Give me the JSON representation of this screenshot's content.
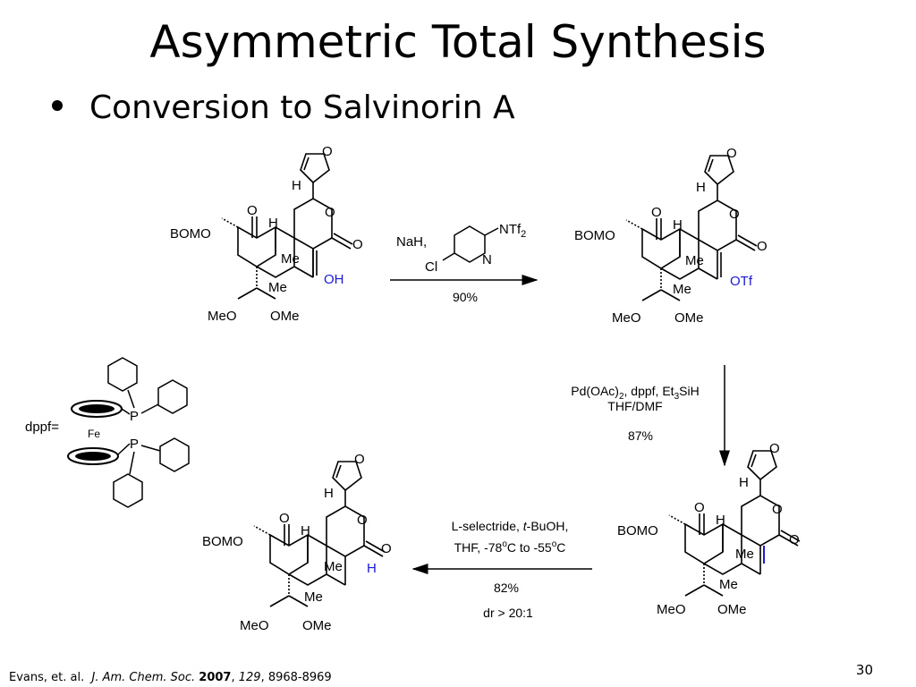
{
  "slide": {
    "title": "Asymmetric Total Synthesis",
    "bullet": "Conversion to Salvinorin A",
    "page_number": "30"
  },
  "molecules": {
    "atom_O": "O",
    "atom_H": "H",
    "atom_Me": "Me",
    "bom": "BOMO",
    "meo": "MeO",
    "ome": "OMe",
    "oh": "OH",
    "otf": "OTf"
  },
  "reagent_triflate": {
    "nah": "NaH,",
    "cl": "Cl",
    "n": "N",
    "ntf": "NTf",
    "ntf_sub": "2"
  },
  "dppf": {
    "label": "dppf=",
    "fe": "Fe",
    "p": "P"
  },
  "reactions": {
    "step1": {
      "yield": "90%"
    },
    "step2": {
      "line1_a": "Pd(OAc)",
      "line1_sub1": "2",
      "line1_b": ", dppf, Et",
      "line1_sub2": "3",
      "line1_c": "SiH",
      "line2": "THF/DMF",
      "yield": "87%"
    },
    "step3": {
      "line1_a": "L-selectride, ",
      "line1_t": "t",
      "line1_b": "-BuOH,",
      "line2_a": "THF, -78",
      "line2_sup1": "o",
      "line2_b": "C to -55",
      "line2_sup2": "o",
      "line2_c": "C",
      "yield": "82%",
      "dr": "dr > 20:1"
    }
  },
  "citation": {
    "authors": "Evans, et. al.",
    "journal": "J. Am. Chem. Soc.",
    "year": "2007",
    "volume": "129",
    "pages": "8968-8969"
  },
  "colors": {
    "highlight": "#1a1ad6",
    "ink": "#000000"
  }
}
